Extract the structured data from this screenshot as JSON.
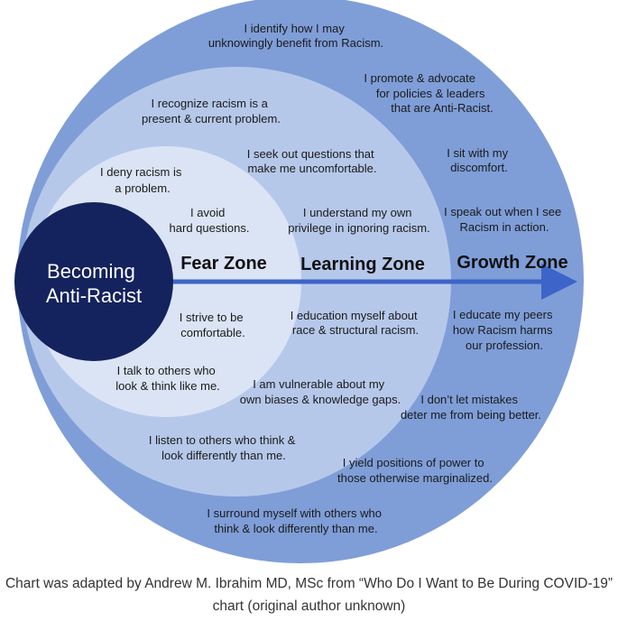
{
  "colors": {
    "growth_ring": "#7f9ed8",
    "learning_ring": "#b6c8ea",
    "fear_ring": "#dbe4f5",
    "center": "#14225e",
    "arrow": "#3d64c8",
    "zone_label": "#111111",
    "statement": "#1a1a1a",
    "center_text": "#ffffff"
  },
  "center_label": [
    "Becoming",
    "Anti-Racist"
  ],
  "zones": {
    "fear": "Fear Zone",
    "learning": "Learning Zone",
    "growth": "Growth Zone"
  },
  "statements": {
    "fear": [
      [
        "I deny racism is",
        "a problem."
      ],
      [
        "I avoid",
        "hard questions."
      ],
      [
        "I strive to be",
        "comfortable."
      ],
      [
        "I talk to others who",
        "look & think like me."
      ]
    ],
    "learning": [
      [
        "I recognize racism is a",
        "present & current problem."
      ],
      [
        "I seek out questions that",
        "make me uncomfortable."
      ],
      [
        "I  understand my own",
        "privilege in ignoring racism."
      ],
      [
        "I education myself about",
        "race & structural racism."
      ],
      [
        "I  am vulnerable about my",
        "own biases & knowledge gaps."
      ],
      [
        "I listen to others who think &",
        "look differently than me."
      ]
    ],
    "growth": [
      [
        "I  identify how I may",
        "unknowingly benefit from Racism."
      ],
      [
        "I promote & advocate",
        "for policies & leaders",
        "that are Anti-Racist."
      ],
      [
        "I sit with my",
        "discomfort."
      ],
      [
        "I  speak out when I see",
        "Racism in action."
      ],
      [
        "I educate my peers",
        "how Racism harms",
        "our profession."
      ],
      [
        "I don’t let mistakes",
        "deter me from being better."
      ],
      [
        "I yield positions of power to",
        "those otherwise marginalized."
      ],
      [
        "I  surround myself with others who",
        "think & look differently than me."
      ]
    ]
  },
  "caption": [
    "Chart was adapted by Andrew M. Ibrahim MD, MSc from “Who Do I Want to Be During COVID-19”",
    "chart (original author unknown)"
  ]
}
